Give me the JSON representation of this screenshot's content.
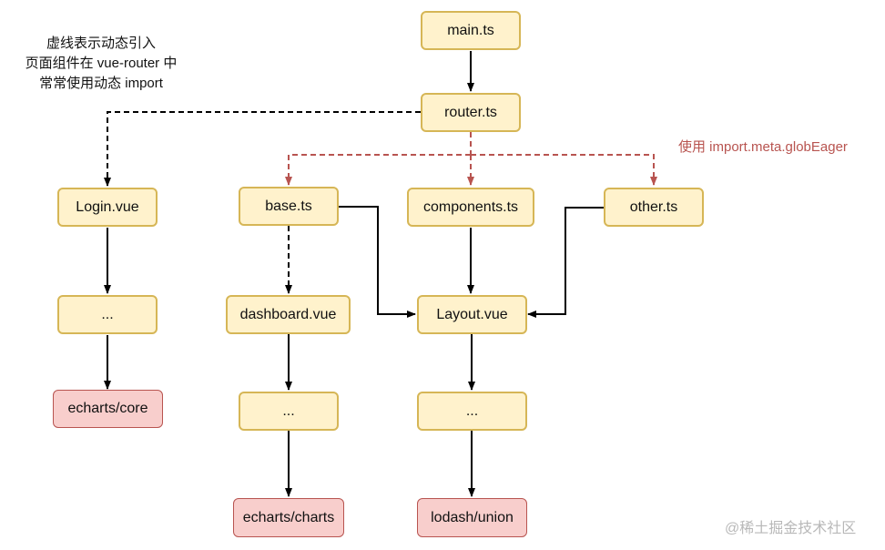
{
  "nodes": {
    "main": "main.ts",
    "router": "router.ts",
    "login": "Login.vue",
    "base": "base.ts",
    "components": "components.ts",
    "other": "other.ts",
    "login_dots": "...",
    "dashboard": "dashboard.vue",
    "layout": "Layout.vue",
    "dashboard_dots": "...",
    "layout_dots": "...",
    "echarts_core": "echarts/core",
    "echarts_charts": "echarts/charts",
    "lodash_union": "lodash/union"
  },
  "notes": {
    "dashed_line_1": "虚线表示动态引入",
    "dashed_line_2": "页面组件在 vue-router 中",
    "dashed_line_3": "常常使用动态 import",
    "glob_eager": "使用 import.meta.globEager"
  },
  "watermark": "@稀土掘金技术社区",
  "colors": {
    "node_fill": "#fff2cc",
    "node_border": "#d6b656",
    "leaf_fill": "#f8cecc",
    "leaf_border": "#b85450",
    "glob_arrow": "#b85450",
    "arrow": "#000000"
  }
}
